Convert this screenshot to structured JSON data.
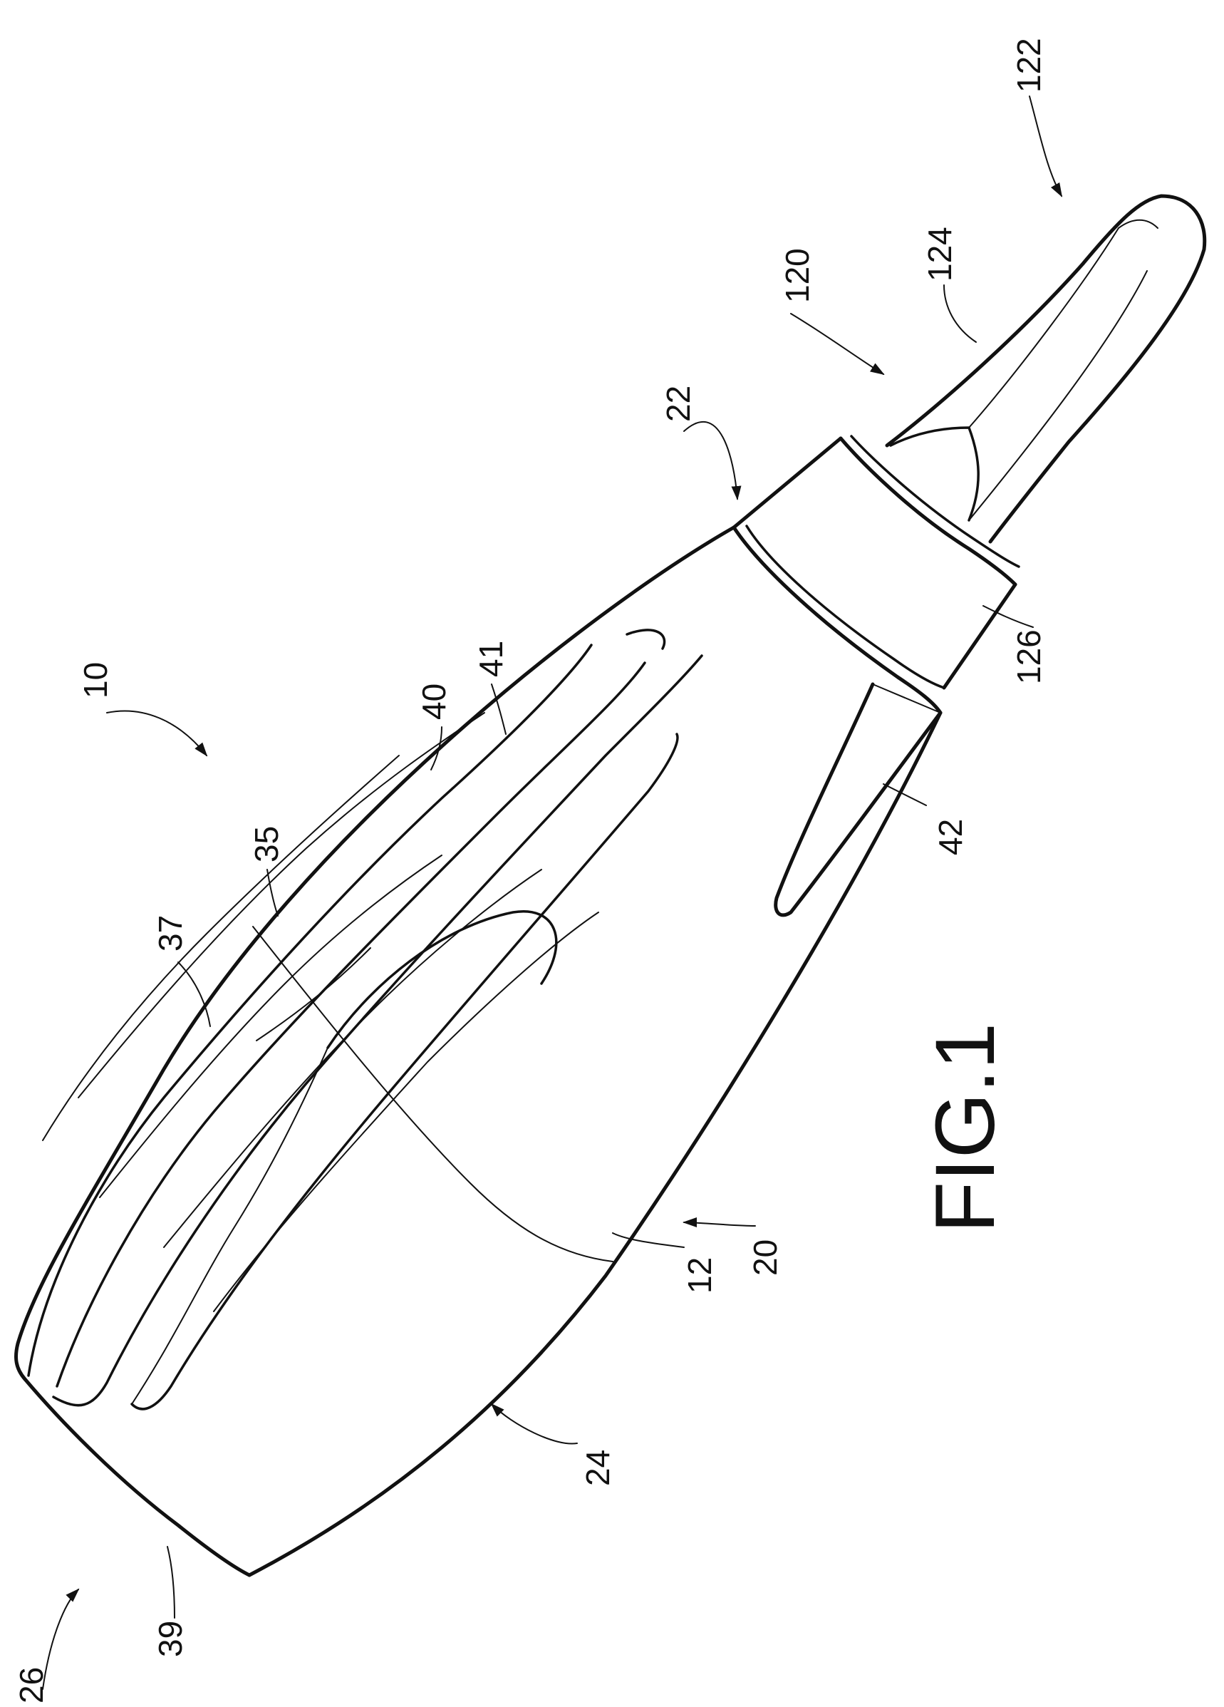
{
  "figure": {
    "caption": "FIG.1",
    "ink_color": "#111111",
    "paper_color": "#ffffff"
  },
  "labels": {
    "l10": "10",
    "l12": "12",
    "l20": "20",
    "l22": "22",
    "l24": "24",
    "l26": "26",
    "l35": "35",
    "l37": "37",
    "l39": "39",
    "l40": "40",
    "l41": "41",
    "l42": "42",
    "l120": "120",
    "l122": "122",
    "l124": "124",
    "l126": "126"
  }
}
